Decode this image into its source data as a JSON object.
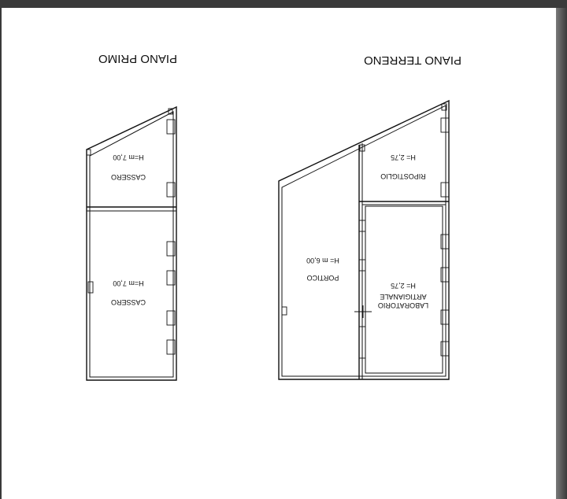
{
  "document": {
    "sheets": [
      {
        "title": "PIANO PRIMO",
        "rooms": [
          {
            "name": "CASSERO",
            "height": "H=m 7,00"
          },
          {
            "name": "CASSERO",
            "height": "H=m 7,00"
          }
        ]
      },
      {
        "title": "PIANO TERRENO",
        "rooms": [
          {
            "name": "RIPOSTIGLIO",
            "height": "H= 2,75"
          },
          {
            "name": "PORTICO",
            "height": "H= m 6,00"
          },
          {
            "name_line1": "LABORATORIO",
            "name_line2": "ARTIGIANALE",
            "height": "H= 2,75"
          }
        ]
      }
    ]
  }
}
